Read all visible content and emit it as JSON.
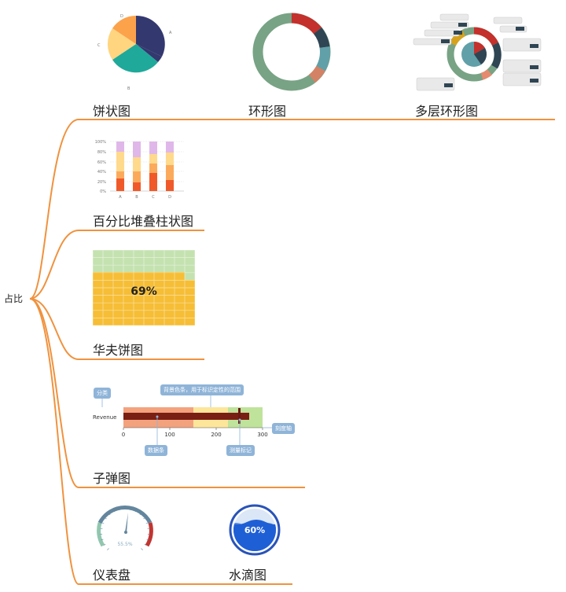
{
  "root": {
    "label": "占比"
  },
  "colors": {
    "branch": "#f0923e"
  },
  "nodes": {
    "pie": {
      "label": "饼状图",
      "slice_labels": [
        "D",
        "A",
        "B",
        "C"
      ]
    },
    "donut": {
      "label": "环形图"
    },
    "multi_donut": {
      "label": "多层环形图"
    },
    "stacked": {
      "label": "百分比堆叠柱状图",
      "yticks": [
        "100%",
        "80%",
        "60%",
        "40%",
        "20%",
        "0%"
      ],
      "categories": [
        "A",
        "B",
        "C",
        "D"
      ]
    },
    "waffle": {
      "label": "华夫饼图",
      "value_text": "69%"
    },
    "bullet": {
      "label": "子弹图",
      "row_label": "Revenue",
      "ticks": [
        "0",
        "100",
        "200",
        "300"
      ],
      "callouts": {
        "category": "分类",
        "background": "背景色条，用于标识定性的范围",
        "scale": "刻度轴",
        "bar": "数据条",
        "marker": "测量标记"
      }
    },
    "gauge": {
      "label": "仪表盘",
      "value_text": "55.5%"
    },
    "liquid": {
      "label": "水滴图",
      "value_text": "60%"
    }
  }
}
